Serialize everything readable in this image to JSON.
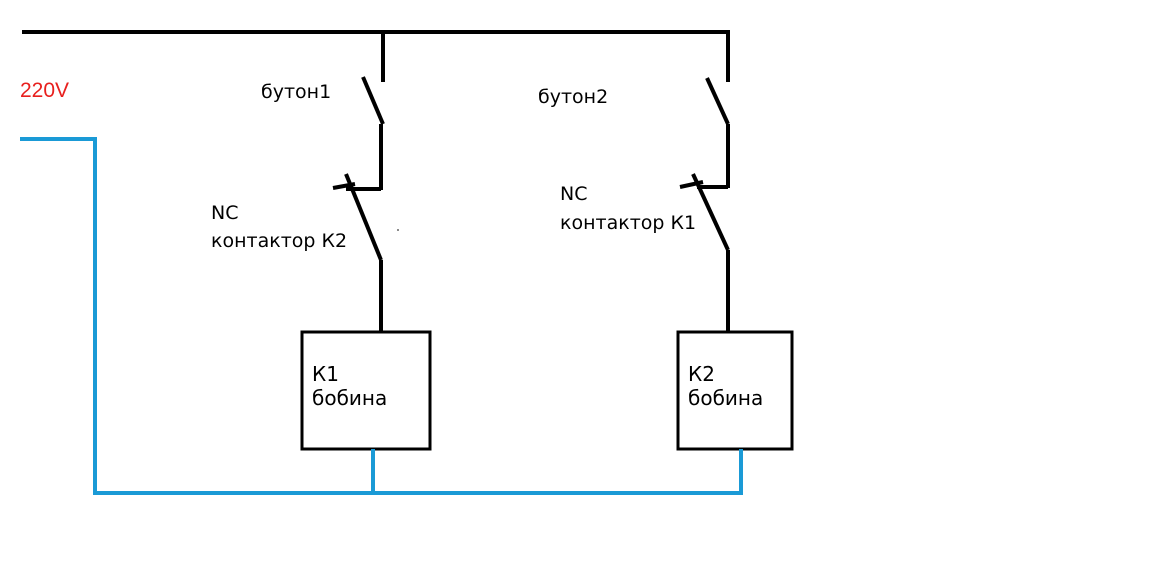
{
  "colors": {
    "phase_wire": "#000000",
    "neutral_wire": "#1a9ad6",
    "voltage_text": "#e8201e",
    "text": "#000000",
    "coil_border": "#000000"
  },
  "supply": {
    "voltage_label": "220V"
  },
  "branch1": {
    "button_label": "бутон1",
    "nc_label": "NC",
    "nc_contactor_label": "контактор К2",
    "coil_line1": "К1",
    "coil_line2": "бобина"
  },
  "branch2": {
    "button_label": "бутон2",
    "nc_label": "NC",
    "nc_contactor_label": "контактор К1",
    "coil_line1": "К2",
    "coil_line2": "бобина"
  }
}
